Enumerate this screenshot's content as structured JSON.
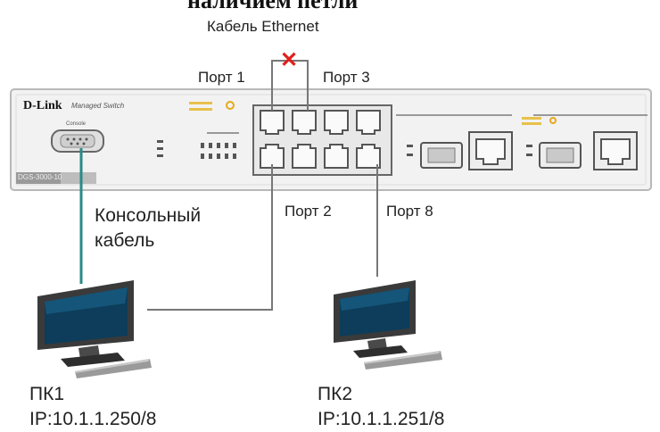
{
  "heading": "наличием петли",
  "cable_label": "Кабель Ethernet",
  "switch": {
    "brand": "D-Link",
    "model_text": "Managed Switch",
    "console_port_label": "Console",
    "model_plate": "DGS-3000-10"
  },
  "ports": {
    "port1": "Порт 1",
    "port3": "Порт 3",
    "port2": "Порт 2",
    "port8": "Порт 8"
  },
  "loop_mark": "✕",
  "console_cable": [
    "Консольный",
    "кабель"
  ],
  "pcs": [
    {
      "name": "ПК1",
      "ip": "IP:10.1.1.250/8"
    },
    {
      "name": "ПК2",
      "ip": "IP:10.1.1.251/8"
    }
  ],
  "colors": {
    "console_cable": "#2a8a86",
    "ethernet_cable": "#777777",
    "loop_mark": "#e0201b",
    "switch_body": "#f2f2f2",
    "monitor_screen": "#0d3d5a"
  }
}
